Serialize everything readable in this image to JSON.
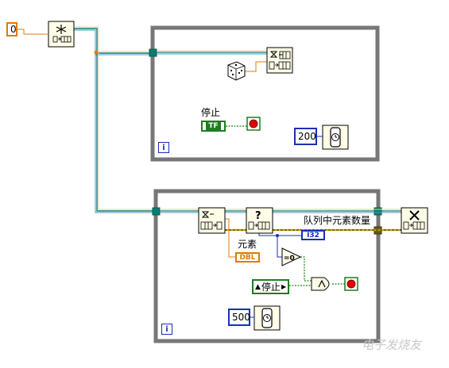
{
  "constants": {
    "queue_size": "0",
    "timeout_top": "200",
    "timeout_bottom": "500"
  },
  "labels": {
    "stop_control_label": "停止",
    "element_indicator_label": "元素",
    "queue_count_label": "队列中元素数量"
  },
  "controls": {
    "bool_control_text": "TF",
    "stop_local_text": "停止",
    "element_type_text": "DBL",
    "count_type_text": "I32",
    "equal_zero_text": "=0"
  },
  "loops": {
    "iteration_terminal_text": "i"
  },
  "watermark": "电子发烧友",
  "colors": {
    "loop_border": "#777777",
    "numeric_int": "#1a2fb8",
    "numeric_dbl": "#e07b00",
    "boolean": "#1e7d1e",
    "refnum_wire": "#0b7a7a",
    "error_wire": "#c9a400",
    "stop_led": "#e00000"
  },
  "icons": {
    "obtain_queue": "snowflake-queue-icon",
    "enqueue": "hourglass-enqueue-icon",
    "dequeue": "hourglass-dequeue-icon",
    "get_queue_status": "question-queue-icon",
    "release_queue": "x-release-queue-icon",
    "random_number": "dice-icon",
    "wait_ms": "stopwatch-icon",
    "stop_terminal": "stop-sign-icon",
    "and_gate": "and-gate-icon",
    "equal_zero": "equal-zero-triangle-icon"
  }
}
